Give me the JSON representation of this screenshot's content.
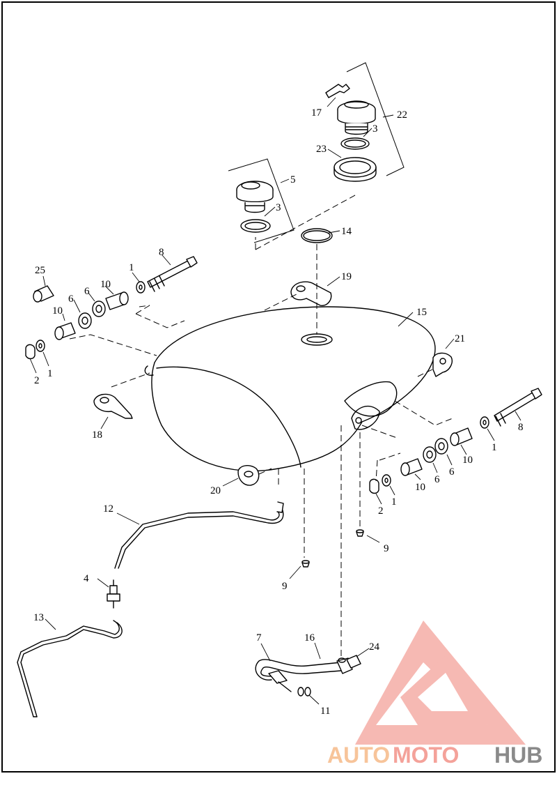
{
  "parts": {
    "p1_upper": "1",
    "p1_left": "1",
    "p1_right_a": "1",
    "p1_right_b": "1",
    "p2_left": "2",
    "p2_right": "2",
    "p3_a": "3",
    "p3_b": "3",
    "p4": "4",
    "p5": "5",
    "p6_a": "6",
    "p6_b": "6",
    "p6_c": "6",
    "p6_d": "6",
    "p7": "7",
    "p8_left": "8",
    "p8_right": "8",
    "p9_a": "9",
    "p9_b": "9",
    "p10_a": "10",
    "p10_b": "10",
    "p10_c": "10",
    "p10_d": "10",
    "p11": "11",
    "p12": "12",
    "p13": "13",
    "p14": "14",
    "p15": "15",
    "p16": "16",
    "p17": "17",
    "p18": "18",
    "p19": "19",
    "p20": "20",
    "p21": "21",
    "p22": "22",
    "p23": "23",
    "p24": "24",
    "p25": "25"
  },
  "watermark": {
    "word_1": "AUTO",
    "word_2": "MOTO",
    "word_3": "HUB",
    "color_primary": "#f4a29a",
    "color_secondary": "#f7c49a",
    "color_tertiary": "#8a8a8a"
  }
}
